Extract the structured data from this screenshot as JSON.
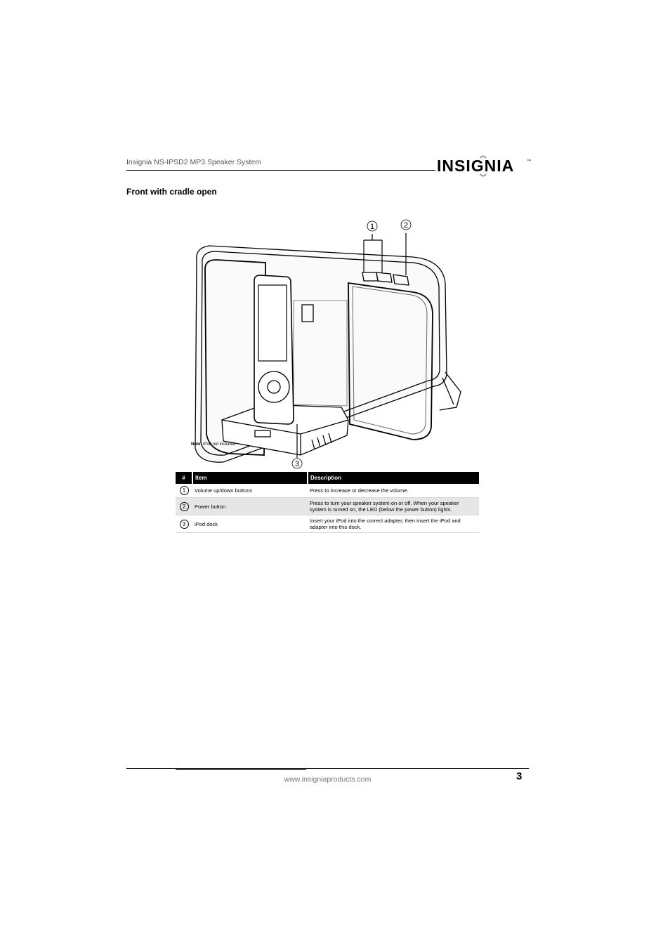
{
  "header": {
    "doc_title": "Insignia NS-IPSD2 MP3 Speaker System",
    "logo_text": "INSIGNIA",
    "logo_tm": "™"
  },
  "section_title": "Front with cradle open",
  "figure": {
    "callouts": [
      "1",
      "2",
      "3"
    ],
    "note_label": "Note:",
    "note_text": "iPod not included"
  },
  "table": {
    "headers": [
      "#",
      "Item",
      "Description"
    ],
    "rows": [
      {
        "num": "1",
        "item": "Volume up/down buttons",
        "description": "Press to increase or decrease the volume."
      },
      {
        "num": "2",
        "item": "Power button",
        "description": "Press to turn your speaker system on or off. When your speaker system is turned on, the LED (below the power button) lights."
      },
      {
        "num": "3",
        "item": "iPod dock",
        "description": "Insert your iPod into the correct adapter, then insert the iPod and adapter into this dock."
      }
    ]
  },
  "footer": {
    "url": "www.insigniaproducts.com",
    "page_number": "3"
  }
}
